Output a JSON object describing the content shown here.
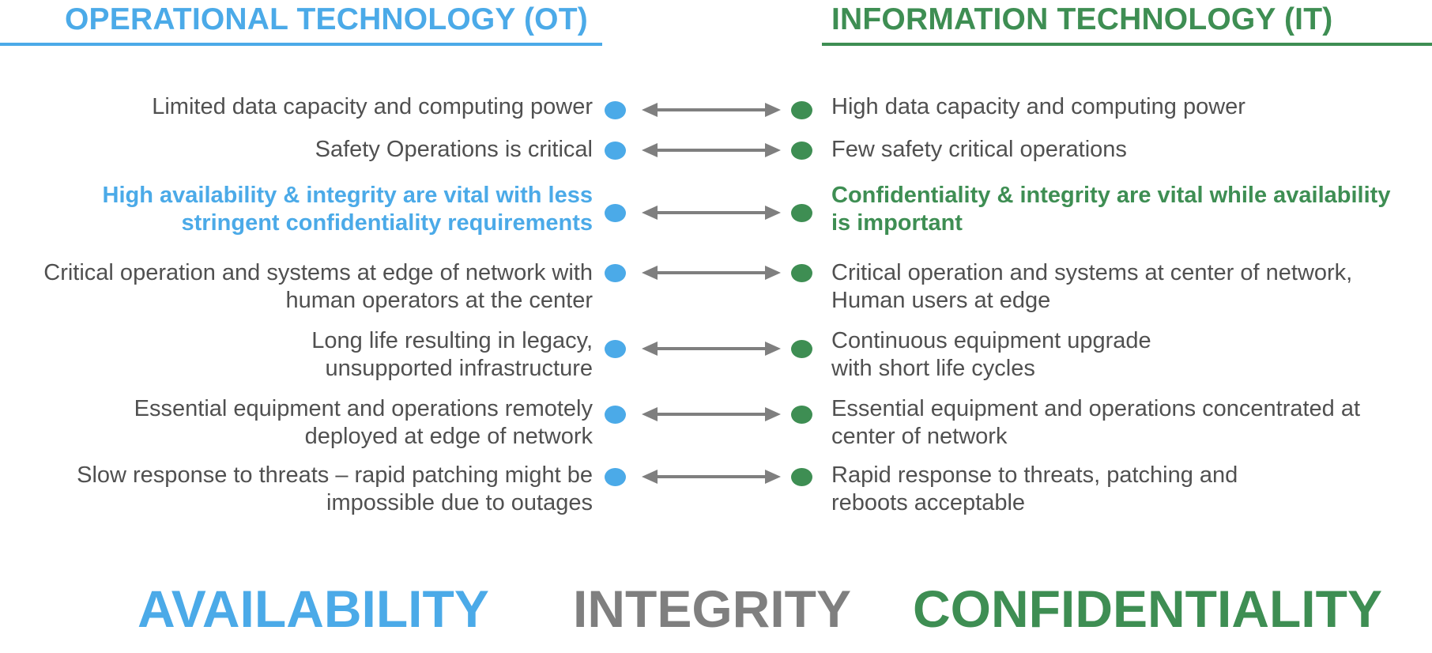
{
  "headers": {
    "ot": "OPERATIONAL TECHNOLOGY (OT)",
    "it": "INFORMATION TECHNOLOGY (IT)"
  },
  "colors": {
    "ot": "#4baae8",
    "it": "#3e8e53",
    "neutral": "#7f7f7f",
    "text": "#505050"
  },
  "rows": [
    {
      "ot": [
        "Limited data capacity and computing power"
      ],
      "it": [
        "High data capacity and computing power"
      ],
      "highlight": false
    },
    {
      "ot": [
        "Safety Operations is critical"
      ],
      "it": [
        "Few safety critical operations"
      ],
      "highlight": false
    },
    {
      "ot": [
        "High availability & integrity are vital with less",
        "stringent confidentiality requirements"
      ],
      "it": [
        "Confidentiality & integrity are vital while availability",
        "is important"
      ],
      "highlight": true
    },
    {
      "ot": [
        "Critical operation and systems at edge of network with",
        "human operators at the center"
      ],
      "it": [
        "Critical operation and systems at center of network,",
        "Human users at edge"
      ],
      "highlight": false
    },
    {
      "ot": [
        "Long life resulting in legacy,",
        "unsupported infrastructure"
      ],
      "it": [
        "Continuous equipment upgrade",
        "with short life cycles"
      ],
      "highlight": false
    },
    {
      "ot": [
        "Essential equipment and operations remotely",
        "deployed at edge of network"
      ],
      "it": [
        "Essential equipment and operations concentrated at",
        "center of network"
      ],
      "highlight": false
    },
    {
      "ot": [
        "Slow response to threats – rapid patching might be",
        "impossible due to outages"
      ],
      "it": [
        "Rapid response to threats, patching and",
        "reboots acceptable"
      ],
      "highlight": false
    }
  ],
  "footer": {
    "availability": "AVAILABILITY",
    "integrity": "INTEGRITY",
    "confidentiality": "CONFIDENTIALITY"
  }
}
